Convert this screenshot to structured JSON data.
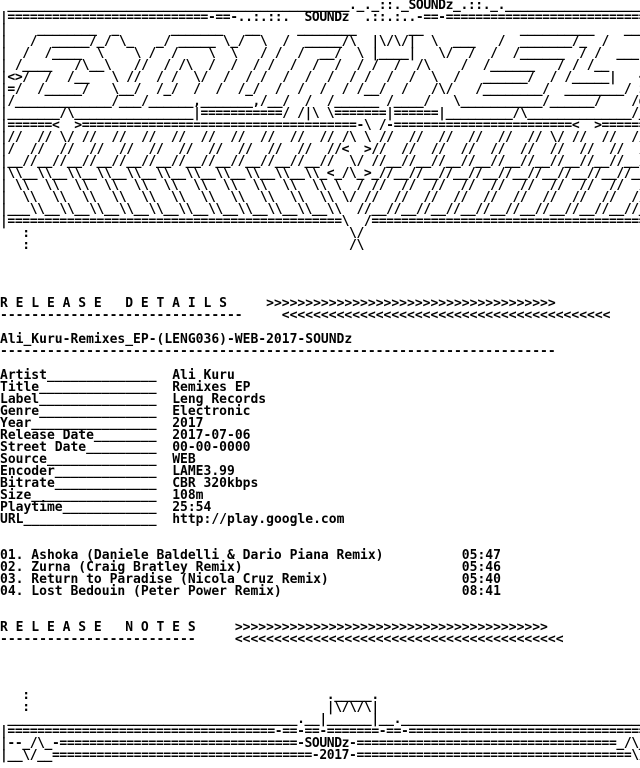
{
  "header_art": " ______________________________________________._._::._SOUNDz_.::._._______________________________________________\n|===========================-==-..:.::.  SOUNDz  .::.:..-==-==============================|\n|    ________  _       _______   __     ________       __             __________    _____  |\n|   /  _____/_/ \\_   _/ _____ \\_/  \\  /  _____/\\  |\\/\\/|  \\  ___   /  _______/_  /     |  |\n|  /  /____  \\    \\ /  /    \\  \\   / /  /  __/  \\ |____|   \\/  /  /  /______  / /  ___|  |\n| /____   /\\__\\   //  / /\\  /  /  / /  /  /  /  / /  /  /\\    /  /______   / / /__     |\n|<>/  /  /__   \\ //  / /  \\/  /  / /  /  /  /  / /  /  /  \\  /   ______/  / /_____|   <>|\n|=/  /_____/   \\__/  /_/  /  /  /_/  /  /  /  / /__/  /   /\\/   /________/  ________/ zNr|\n|/_____________/___/______,_______,/__/  /  /______ /____/   \\___________/______/    /dS!|\n|_______/\\________________|===========/ /|\\ \\=======|======|_________/\\______________/_____|\n|======<  >=====================================-\\ /-========================<  >=========|\n|//  // \\/ //  //  //  //  //  //  //  //  // /\\ \\ //  //  //  //  //  // \\/ //  //  //  |\n|/  //  //  //  //  //  //  //  //  //  //  //<  >//  //  //  //  //  //  //  //  //  //  |\n|__//__//__//__//__//__//__//__//__//__//__//  \\/ //__//__//__//__//__//__//__//__//__//__|\n|\\\\__\\\\__\\\\__\\\\__\\\\__\\\\__\\\\__\\\\__\\\\__\\\\__\\\\_<_/\\_>_//__//__//__//__//__//__//__//__//__//__|\n| \\\\  \\\\  \\\\  \\\\  \\\\  \\\\  \\\\  \\\\  \\\\  \\\\  \\\\ \\  / //  //  //  //  //  //  //  //  //  //  |\n|  \\\\  \\\\  \\\\  \\\\  \\\\  \\\\  \\\\  \\\\  \\\\  \\\\  \\\\ \\/ //  //  //  //  //  //  //  //  //  //   |\n|___\\\\__\\\\__\\\\__\\\\__\\\\__\\\\__\\\\__\\\\__\\\\__\\\\__\\\\  //__//__//__//__//__//__//__//__//__//____|\n|=============================================\\  /=========================================|\n   :                                           \\/                                      :\n   :                                           /\\                                      :",
  "section_details": {
    "title": "R E L E A S E   D E T A I L S",
    "arrows_right": ">>>>>>>>>>>>>>>>>>>>>>>>>>>>>>>>>>>>>",
    "arrows_left": "<<<<<<<<<<<<<<<<<<<<<<<<<<<<<<<<<<<<<<<<<<",
    "underline": "-------------------------------"
  },
  "release_name": "Ali_Kuru-Remixes_EP-(LENG036)-WEB-2017-SOUNDz",
  "release_rule": "-----------------------------------------------------------------------",
  "info_rows": [
    {
      "key": "Artist______________",
      "value": "Ali Kuru"
    },
    {
      "key": "Title_______________",
      "value": "Remixes EP"
    },
    {
      "key": "Label_______________",
      "value": "Leng Records"
    },
    {
      "key": "Genre_______________",
      "value": "Electronic"
    },
    {
      "key": "Year________________",
      "value": "2017"
    },
    {
      "key": "Release Date________",
      "value": "2017-07-06"
    },
    {
      "key": "Street Date_________",
      "value": "00-00-0000"
    },
    {
      "key": "Source______________",
      "value": "WEB"
    },
    {
      "key": "Encoder_____________",
      "value": "LAME3.99"
    },
    {
      "key": "Bitrate_____________",
      "value": "CBR 320kbps"
    },
    {
      "key": "Size________________",
      "value": "108m"
    },
    {
      "key": "Playtime____________",
      "value": "25:54"
    },
    {
      "key": "URL_________________",
      "value": "http://play.google.com"
    }
  ],
  "tracks": [
    {
      "title": "01. Ashoka (Daniele Baldelli & Dario Piana Remix)",
      "time": "05:47"
    },
    {
      "title": "02. Zurna (Craig Bratley Remix)",
      "time": "05:46"
    },
    {
      "title": "03. Return to Paradise (Nicola Cruz Remix)",
      "time": "05:40"
    },
    {
      "title": "04. Lost Bedouin (Peter Power Remix)",
      "time": "08:41"
    }
  ],
  "section_notes": {
    "title": "R E L E A S E   N O T E S",
    "arrows_right": ">>>>>>>>>>>>>>>>>>>>>>>>>>>>>>>>>>>>>>>>",
    "arrows_left": "<<<<<<<<<<<<<<<<<<<<<<<<<<<<<<<<<<<<<<<<<<",
    "underline": "-------------------------"
  },
  "footer_art": "   :                                        ._____.                                    :\n   :                                        |\\/\\/\\|                                    :\n _______________________________________.__|______|__.____________________________________\n|====================================-==-==-=======-==-===================================|\n|--_/\\_-================================-SOUNDz-===================================_/\\_--|\n|__\\/__===================================-2017-=====================================\\/___|"
}
